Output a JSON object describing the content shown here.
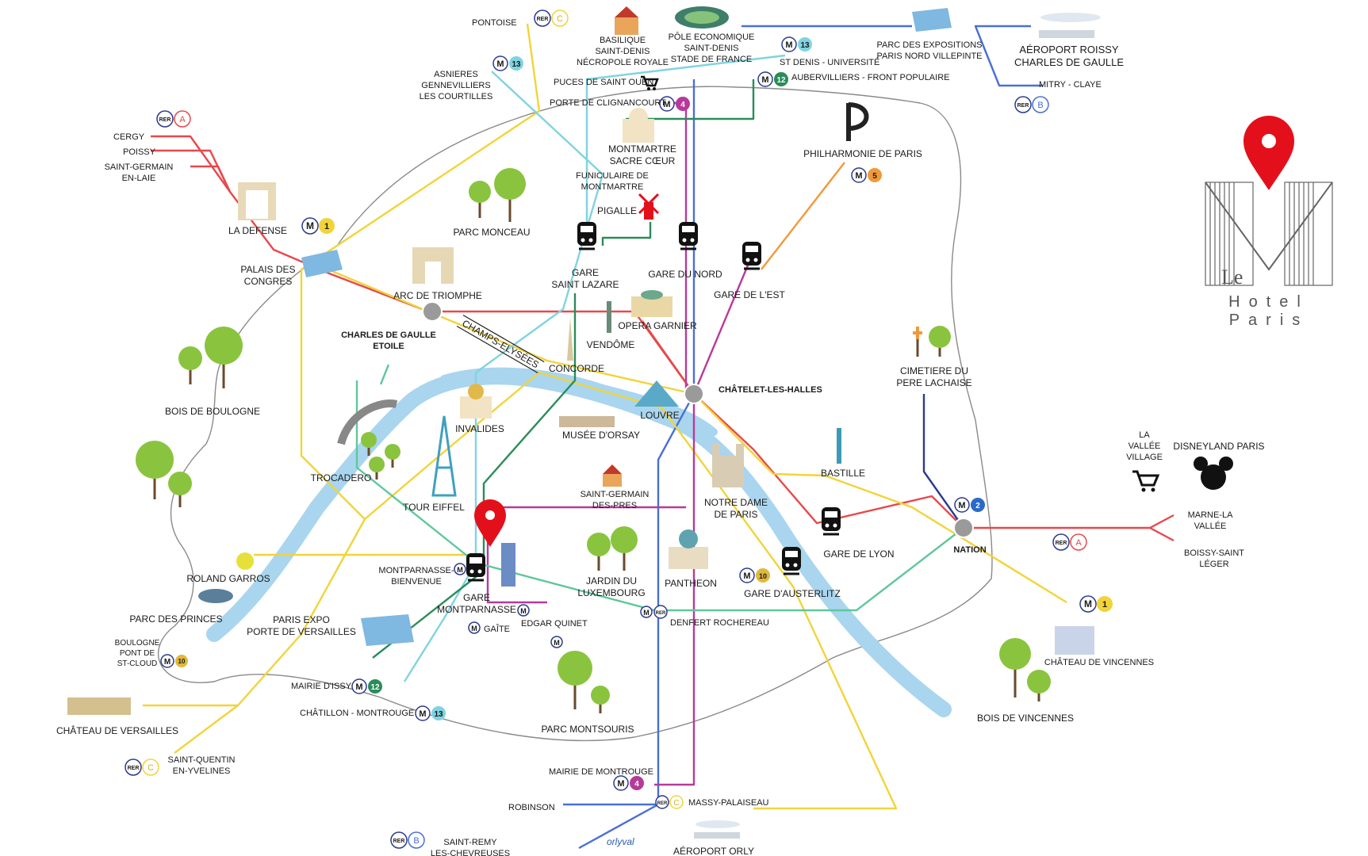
{
  "brand": {
    "logo_mark": "Le",
    "name": "Hotel  Paris",
    "marker_color": "#e3101b"
  },
  "map": {
    "colors": {
      "seine": "#a9d5ef",
      "rer_a": "#e8484c",
      "rer_b": "#4a6fd6",
      "rer_c": "#f1d43a",
      "metro_1": "#f1d43a",
      "metro_4": "#b73a9a",
      "metro_5": "#f0993a",
      "metro_12": "#2b8c5a",
      "metro_13": "#7fd4e0",
      "tram": "#5fc79b"
    },
    "places": {
      "pontoise": "PONTOISE",
      "basilique": "BASILIQUE\nSAINT-DENIS\nNÉCROPOLE ROYALE",
      "pole": "PÔLE ECONOMIQUE\nSAINT-DENIS\nSTADE DE FRANCE",
      "parc_expo_nord": "PARC DES EXPOSITIONS\nPARIS NORD VILLEPINTE",
      "roissy": "AÉROPORT ROISSY\nCHARLES DE GAULLE",
      "mitry": "MITRY - CLAYE",
      "asnieres": "ASNIERES\nGENNEVILLIERS\nLES COURTILLES",
      "st_denis_univ": "ST DENIS - UNIVERSITÉ",
      "puces": "PUCES DE SAINT OUEN",
      "aubervilliers": "AUBERVILLIERS - FRONT POPULAIRE",
      "clignancourt": "PORTE DE CLIGNANCOURT",
      "cergy": "CERGY",
      "poissy": "POISSY",
      "st_germain_laye": "SAINT-GERMAIN\nEN-LAIE",
      "montmartre": "MONTMARTRE\nSACRE CŒUR",
      "funiculaire": "FUNICULAIRE DE\nMONTMARTRE",
      "philharmonie": "PHILHARMONIE DE PARIS",
      "la_defense": "LA DEFENSE",
      "parc_monceau": "PARC MONCEAU",
      "pigalle": "PIGALLE",
      "palais_congres": "PALAIS DES\nCONGRES",
      "gare_st_lazare": "GARE\nSAINT LAZARE",
      "gare_du_nord": "GARE DU NORD",
      "gare_de_l_est": "GARE DE L'EST",
      "arc_triomphe": "ARC DE TRIOMPHE",
      "cdg_etoile": "CHARLES DE GAULLE\nETOILE",
      "champs": "CHAMPS-ELYSÉES",
      "opera": "OPERA GARNIER",
      "vendome": "VENDÔME",
      "concorde": "CONCORDE",
      "bois_boulogne": "BOIS DE BOULOGNE",
      "chatelet": "CHÂTELET-LES-HALLES",
      "pere_lachaise": "CIMETIERE DU\nPERE LACHAISE",
      "louvre": "LOUVRE",
      "invalides": "INVALIDES",
      "orsay": "MUSÉE D'ORSAY",
      "trocadero": "TROCADERO",
      "tour_eiffel": "TOUR EIFFEL",
      "st_germain_pres": "SAINT-GERMAIN\nDES-PRES",
      "bastille": "BASTILLE",
      "la_vallee": "LA\nVALLÉE\nVILLAGE",
      "disneyland": "DISNEYLAND PARIS",
      "notre_dame": "NOTRE DAME\nDE PARIS",
      "gare_de_lyon": "GARE DE LYON",
      "nation": "NATION",
      "marne": "MARNE-LA\nVALLÉE",
      "boissy": "BOISSY-SAINT\nLÉGER",
      "roland_garros": "ROLAND GARROS",
      "montparnasse_bienvenue": "MONTPARNASSE-\nBIENVENUE",
      "jardin_lux": "JARDIN DU\nLUXEMBOURG",
      "pantheon": "PANTHEON",
      "gare_austerlitz": "GARE D'AUSTERLITZ",
      "parc_princes": "PARC DES PRINCES",
      "gare_montparnasse": "GARE\nMONTPARNASSE",
      "paris_expo": "PARIS EXPO\nPORTE DE VERSAILLES",
      "edgar_quinet": "EDGAR QUINET",
      "denfert": "DENFERT ROCHEREAU",
      "chateau_vincennes": "CHÂTEAU DE VINCENNES",
      "boulogne": "BOULOGNE\nPONT DE\nST-CLOUD",
      "gaite": "GAÎTE",
      "mairie_issy": "MAIRIE D'ISSY",
      "chatillon": "CHÂTILLON - MONTROUGE",
      "bois_vincennes": "BOIS DE VINCENNES",
      "parc_montsouris": "PARC MONTSOURIS",
      "chateau_versailles": "CHÂTEAU DE VERSAILLES",
      "st_quentin": "SAINT-QUENTIN\nEN-YVELINES",
      "mairie_montrouge": "MAIRIE DE MONTROUGE",
      "robinson": "ROBINSON",
      "massy": "MASSY-PALAISEAU",
      "st_remy": "SAINT-REMY\nLES-CHEVREUSES",
      "orlyval": "orlyval",
      "orly": "AÉROPORT ORLY"
    },
    "badges": {
      "m": "M",
      "rer": "RER",
      "rer_a": "A",
      "rer_b": "B",
      "rer_c": "C",
      "m1": "1",
      "m2": "2",
      "m4": "4",
      "m5": "5",
      "m10": "10",
      "m12": "12",
      "m13": "13"
    },
    "icons": {
      "train": "train-icon",
      "cart": "shopping-cart-icon",
      "tree": "tree-icon",
      "marker": "location-pin-icon",
      "plane": "airplane-icon",
      "hub": "interchange-circle-icon"
    }
  }
}
